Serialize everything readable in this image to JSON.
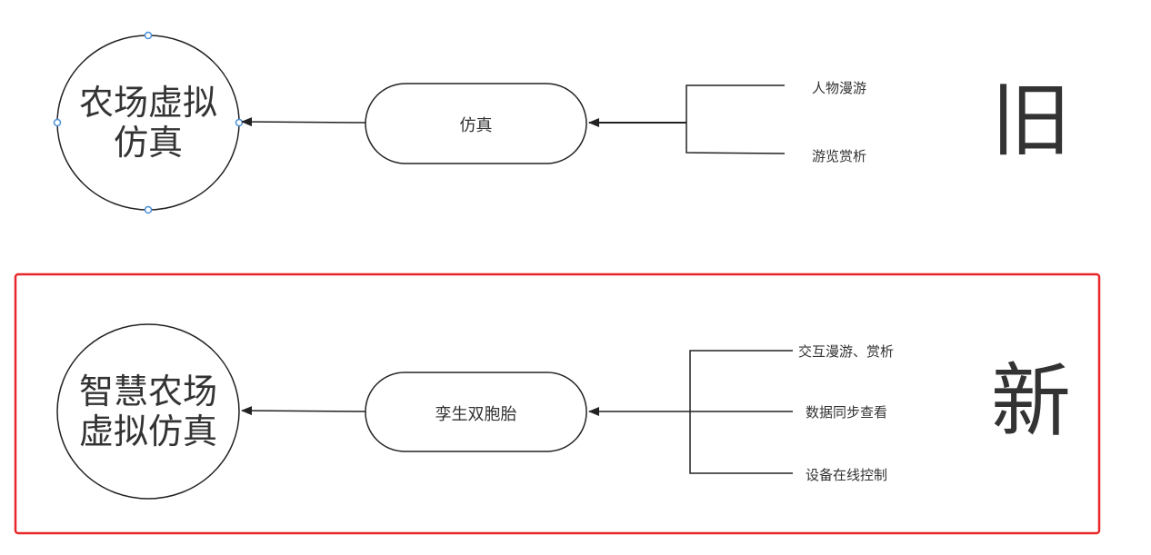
{
  "old": {
    "tag": "旧",
    "target": "农场虚拟\n仿真",
    "target_lines": [
      "农场虚拟",
      "仿真"
    ],
    "process": "仿真",
    "inputs": [
      "人物漫游",
      "游览赏析"
    ]
  },
  "new": {
    "tag": "新",
    "target_lines": [
      "智慧农场",
      "虚拟仿真"
    ],
    "process": "孪生双胞胎",
    "inputs": [
      "交互漫游、赏析",
      "数据同步查看",
      "设备在线控制"
    ]
  },
  "colors": {
    "stroke": "#222222",
    "highlight_frame": "#e8262a",
    "selection_handle": "#4a90d9"
  }
}
